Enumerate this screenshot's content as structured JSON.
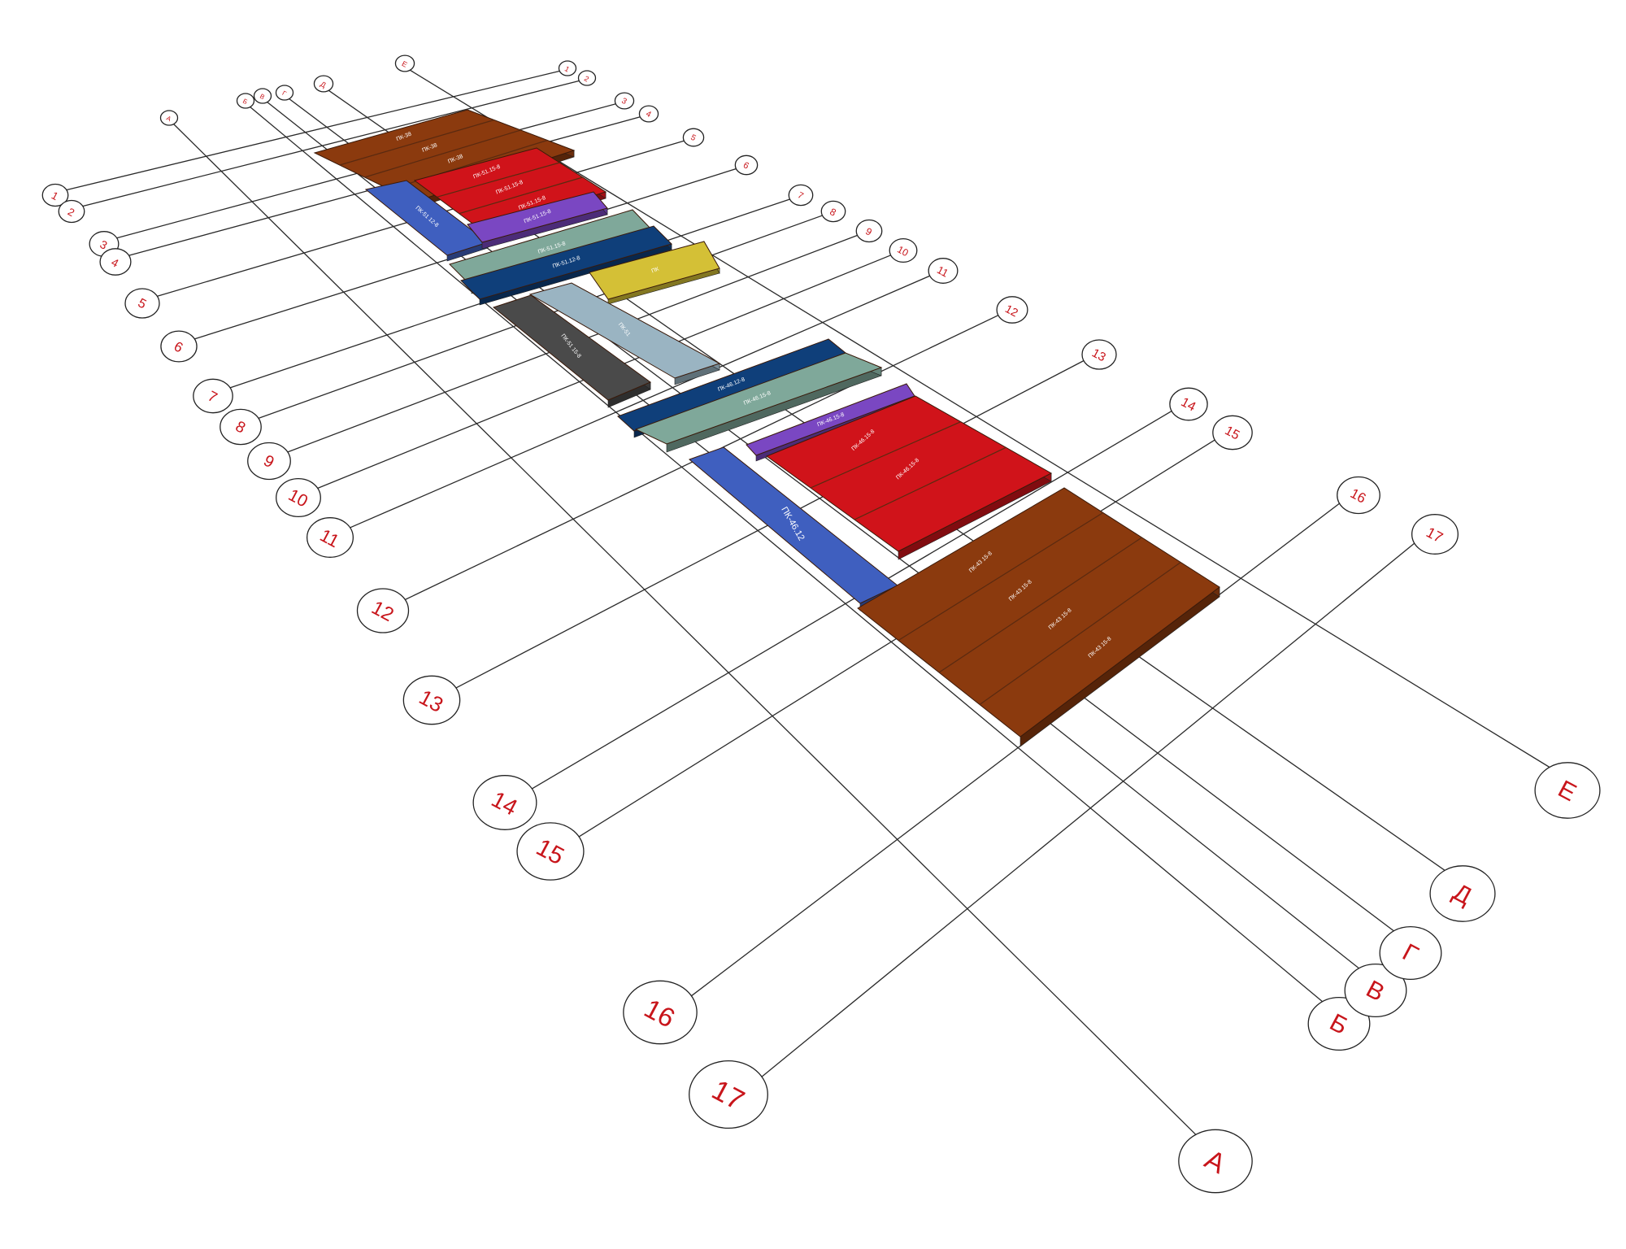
{
  "axes": {
    "numeric": [
      "1",
      "2",
      "3",
      "4",
      "5",
      "6",
      "7",
      "8",
      "9",
      "10",
      "11",
      "12",
      "13",
      "14",
      "15",
      "16",
      "17"
    ],
    "letters": [
      "А",
      "Б",
      "В",
      "Г",
      "Д",
      "Е"
    ]
  },
  "panels": [
    {
      "id": "p1",
      "color": "#8b3a0e",
      "labels": [
        "ПК-43 15-8",
        "ПК-43 15-8",
        "ПК-43 15-8",
        "ПК-43 15-8"
      ]
    },
    {
      "id": "p2",
      "color": "#d0131a",
      "labels": [
        "ПК-51.15-8",
        "ПК-51.15-8",
        "ПК-51.15-8"
      ]
    },
    {
      "id": "p3",
      "color": "#7a47c2",
      "labels": [
        "ПК-51.15-8"
      ]
    },
    {
      "id": "p4",
      "color": "#3f5fbf",
      "labels": [
        "ПК-51 12-8"
      ]
    },
    {
      "id": "p5",
      "color": "#7fa89a",
      "labels": [
        "ПК-51.15-8"
      ]
    },
    {
      "id": "p6",
      "color": "#0f3f7a",
      "labels": [
        "ПК-51.12-8"
      ]
    },
    {
      "id": "p7",
      "color": "#4a4a4a",
      "labels": [
        "ПК-51 15-8"
      ]
    },
    {
      "id": "p8",
      "color": "#9ab4c2",
      "labels": [
        "ПК-51"
      ]
    },
    {
      "id": "p9",
      "color": "#d4c036",
      "labels": [
        "ПК"
      ]
    },
    {
      "id": "p10",
      "color": "#d0131a",
      "labels": [
        "ПК-46.15-8",
        "ПК-46.15-8"
      ]
    },
    {
      "id": "p11",
      "color": "#7a47c2",
      "labels": [
        "ПК-46.15-8"
      ]
    },
    {
      "id": "p12",
      "color": "#8b3a0e",
      "labels": [
        "ПК-38",
        "ПК-38",
        "ПК-38",
        "ПК-38"
      ]
    },
    {
      "id": "p13",
      "color": "#3f5fbf",
      "labels": [
        "ПК-46.12"
      ]
    },
    {
      "id": "p14",
      "color": "#7fa89a",
      "labels": [
        "ПК-46.15-8"
      ]
    },
    {
      "id": "p15",
      "color": "#0f3f7a",
      "labels": [
        "ПК-46.12-8"
      ]
    }
  ]
}
